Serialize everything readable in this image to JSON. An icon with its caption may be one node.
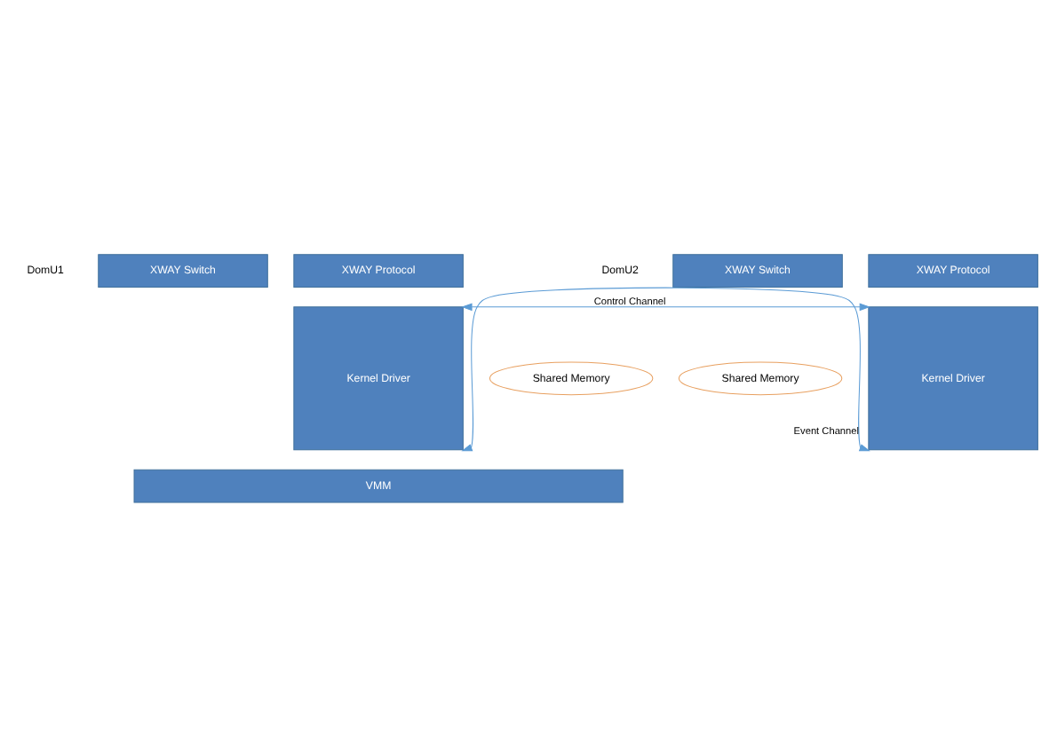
{
  "diagram": {
    "nodes": [
      {
        "text": [
          "XWAY Switch"
        ]
      },
      {
        "text": [
          "XWAY Switch"
        ]
      },
      {
        "text": [
          "XWAY Protocol"
        ]
      },
      {
        "text": [
          "XWAY Protocol"
        ]
      },
      {
        "text": [
          "Kernel Driver"
        ]
      },
      {
        "text": [
          "Shared Memory"
        ]
      },
      {
        "text": [
          "Kernel Driver"
        ]
      },
      {
        "text": [
          "Shared Memory"
        ]
      },
      {
        "text": [
          "VMM"
        ]
      }
    ],
    "edges": [
      {
        "from": 4,
        "to": 6,
        "arrow": "both",
        "label": "Control Channel"
      },
      {
        "from": 4,
        "to": 6,
        "arrow": "both",
        "label": "Event Channel"
      }
    ],
    "labels": [
      "DomU1",
      "DomU2"
    ]
  }
}
